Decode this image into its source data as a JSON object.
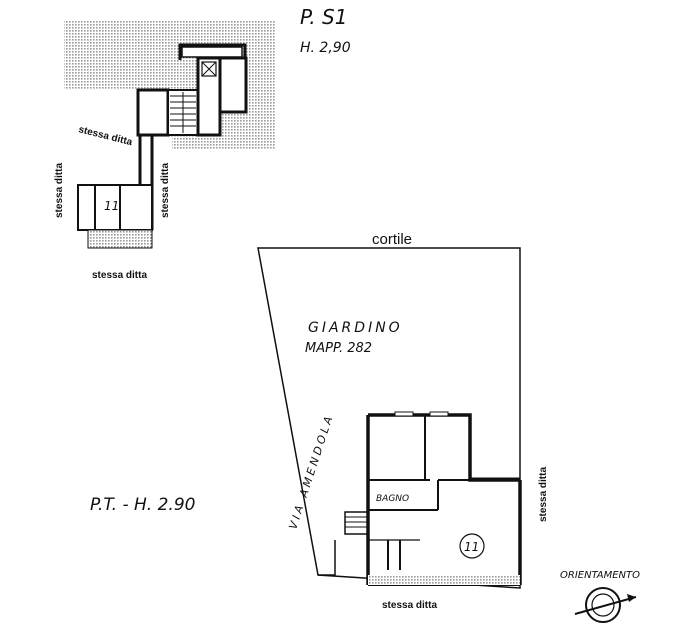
{
  "upper_level": {
    "title": "P. S1",
    "height": "H. 2,90",
    "unit_number": "11",
    "neighbor_top": "stessa ditta",
    "neighbor_left": "stessa ditta",
    "neighbor_right": "stessa ditta",
    "neighbor_bottom": "stessa ditta"
  },
  "ground_level": {
    "title": "P.T. - H. 2.90",
    "courtyard": "cortile",
    "garden": "GIARDINO",
    "parcel": "MAPP. 282",
    "street": "VIA AMENDOLA",
    "bathroom": "BAGNO",
    "unit_number": "11",
    "neighbor_right": "stessa ditta",
    "neighbor_bottom": "stessa ditta"
  },
  "orientation": {
    "label": "ORIENTAMENTO"
  },
  "colors": {
    "ink": "#111111",
    "hatch": "#cfcfcf"
  }
}
